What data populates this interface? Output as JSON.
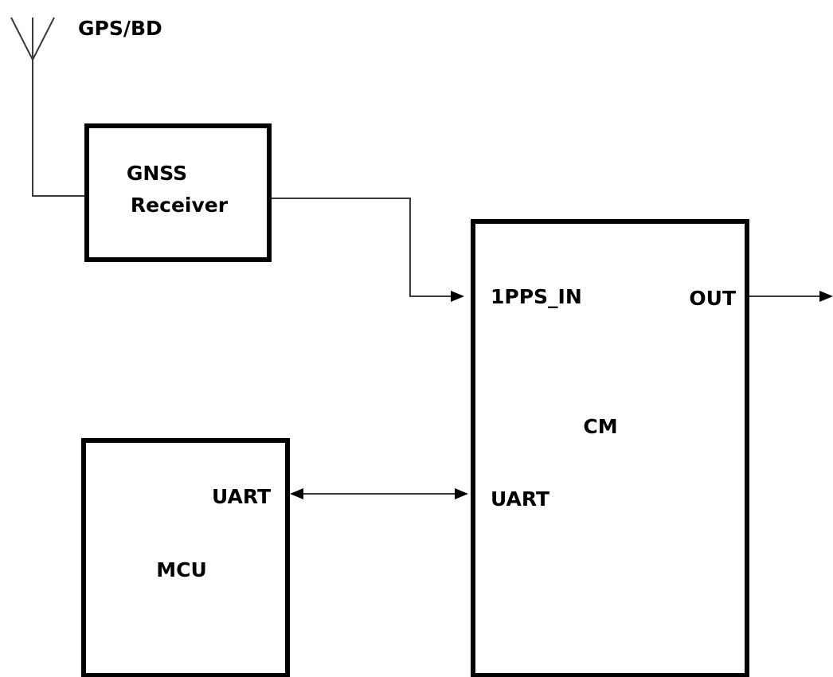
{
  "antenna": {
    "label": "GPS/BD"
  },
  "gnss_receiver": {
    "line1": "GNSS",
    "line2": "Receiver"
  },
  "cm": {
    "name": "CM",
    "pps_in_label": "1PPS_IN",
    "out_label": "OUT",
    "uart_label": "UART"
  },
  "mcu": {
    "name": "MCU",
    "uart_label": "UART"
  },
  "colors": {
    "block_border": "#000000",
    "wire": "#3a3a3a",
    "background": "#ffffff"
  }
}
